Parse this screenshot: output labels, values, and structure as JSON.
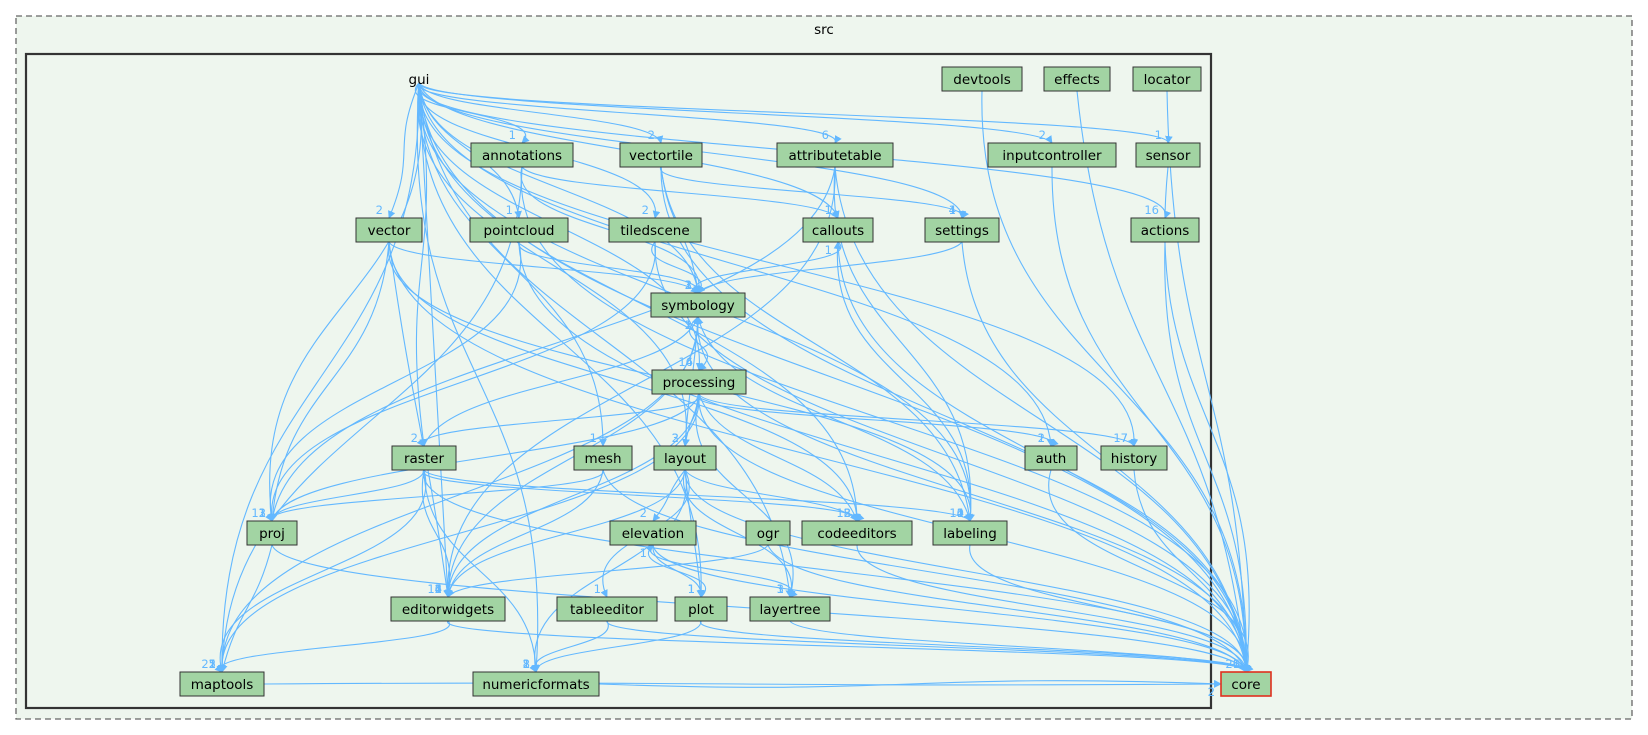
{
  "outer_cluster": {
    "title": "src"
  },
  "inner_cluster": {
    "title": "gui"
  },
  "colors": {
    "node_fill": "#a2d4a3",
    "node_stroke": "#333333",
    "highlight_stroke": "#e0301e",
    "edge": "#63b8ff",
    "outer_bg": "#eef6ee",
    "inner_bg": "#eef6ee"
  },
  "nodes": [
    {
      "id": "devtools",
      "label": "devtools"
    },
    {
      "id": "effects",
      "label": "effects"
    },
    {
      "id": "locator",
      "label": "locator"
    },
    {
      "id": "annotations",
      "label": "annotations"
    },
    {
      "id": "vectortile",
      "label": "vectortile"
    },
    {
      "id": "attributetable",
      "label": "attributetable"
    },
    {
      "id": "inputcontroller",
      "label": "inputcontroller"
    },
    {
      "id": "sensor",
      "label": "sensor"
    },
    {
      "id": "vector",
      "label": "vector"
    },
    {
      "id": "pointcloud",
      "label": "pointcloud"
    },
    {
      "id": "tiledscene",
      "label": "tiledscene"
    },
    {
      "id": "callouts",
      "label": "callouts"
    },
    {
      "id": "settings",
      "label": "settings"
    },
    {
      "id": "actions",
      "label": "actions"
    },
    {
      "id": "symbology",
      "label": "symbology"
    },
    {
      "id": "processing",
      "label": "processing"
    },
    {
      "id": "raster",
      "label": "raster"
    },
    {
      "id": "mesh",
      "label": "mesh"
    },
    {
      "id": "layout",
      "label": "layout"
    },
    {
      "id": "auth",
      "label": "auth"
    },
    {
      "id": "history",
      "label": "history"
    },
    {
      "id": "proj",
      "label": "proj"
    },
    {
      "id": "elevation",
      "label": "elevation"
    },
    {
      "id": "ogr",
      "label": "ogr"
    },
    {
      "id": "codeeditors",
      "label": "codeeditors"
    },
    {
      "id": "labeling",
      "label": "labeling"
    },
    {
      "id": "editorwidgets",
      "label": "editorwidgets"
    },
    {
      "id": "tableeditor",
      "label": "tableeditor"
    },
    {
      "id": "plot",
      "label": "plot"
    },
    {
      "id": "layertree",
      "label": "layertree"
    },
    {
      "id": "maptools",
      "label": "maptools"
    },
    {
      "id": "numericformats",
      "label": "numericformats"
    },
    {
      "id": "core",
      "label": "core"
    }
  ],
  "edges": [
    {
      "from": "gui",
      "to": "annotations",
      "label": "1"
    },
    {
      "from": "gui",
      "to": "vectortile",
      "label": "2"
    },
    {
      "from": "gui",
      "to": "attributetable",
      "label": "6"
    },
    {
      "from": "gui",
      "to": "inputcontroller",
      "label": "2"
    },
    {
      "from": "gui",
      "to": "sensor",
      "label": "1"
    },
    {
      "from": "gui",
      "to": "vector",
      "label": "2"
    },
    {
      "from": "gui",
      "to": "pointcloud",
      "label": "1"
    },
    {
      "from": "gui",
      "to": "tiledscene",
      "label": "2"
    },
    {
      "from": "gui",
      "to": "callouts",
      "label": "1"
    },
    {
      "from": "gui",
      "to": "settings",
      "label": "4"
    },
    {
      "from": "gui",
      "to": "actions",
      "label": "16"
    },
    {
      "from": "gui",
      "to": "symbology",
      "label": "3"
    },
    {
      "from": "gui",
      "to": "processing",
      "label": "16"
    },
    {
      "from": "gui",
      "to": "raster",
      "label": "2"
    },
    {
      "from": "gui",
      "to": "mesh",
      "label": "1"
    },
    {
      "from": "gui",
      "to": "layout",
      "label": "3"
    },
    {
      "from": "gui",
      "to": "auth",
      "label": "2"
    },
    {
      "from": "gui",
      "to": "history",
      "label": "17"
    },
    {
      "from": "gui",
      "to": "proj",
      "label": "12"
    },
    {
      "from": "gui",
      "to": "codeeditors",
      "label": "18"
    },
    {
      "from": "gui",
      "to": "labeling",
      "label": "10"
    },
    {
      "from": "gui",
      "to": "editorwidgets",
      "label": "11"
    },
    {
      "from": "gui",
      "to": "plot",
      "label": "1"
    },
    {
      "from": "gui",
      "to": "layertree",
      "label": "3"
    },
    {
      "from": "gui",
      "to": "maptools",
      "label": "25"
    },
    {
      "from": "gui",
      "to": "numericformats",
      "label": "8"
    },
    {
      "from": "gui",
      "to": "core",
      "label": "26"
    },
    {
      "from": "devtools",
      "to": "core",
      "label": ""
    },
    {
      "from": "effects",
      "to": "core",
      "label": ""
    },
    {
      "from": "locator",
      "to": "core",
      "label": ""
    },
    {
      "from": "annotations",
      "to": "symbology",
      "label": ""
    },
    {
      "from": "annotations",
      "to": "callouts",
      "label": "1"
    },
    {
      "from": "annotations",
      "to": "maptools",
      "label": ""
    },
    {
      "from": "annotations",
      "to": "core",
      "label": ""
    },
    {
      "from": "vectortile",
      "to": "symbology",
      "label": ""
    },
    {
      "from": "vectortile",
      "to": "settings",
      "label": "1"
    },
    {
      "from": "vectortile",
      "to": "labeling",
      "label": ""
    },
    {
      "from": "vectortile",
      "to": "core",
      "label": ""
    },
    {
      "from": "attributetable",
      "to": "proj",
      "label": ""
    },
    {
      "from": "attributetable",
      "to": "editorwidgets",
      "label": ""
    },
    {
      "from": "attributetable",
      "to": "labeling",
      "label": "1"
    },
    {
      "from": "attributetable",
      "to": "core",
      "label": ""
    },
    {
      "from": "inputcontroller",
      "to": "core",
      "label": ""
    },
    {
      "from": "sensor",
      "to": "core",
      "label": ""
    },
    {
      "from": "vector",
      "to": "symbology",
      "label": "2"
    },
    {
      "from": "vector",
      "to": "proj",
      "label": "1"
    },
    {
      "from": "vector",
      "to": "editorwidgets",
      "label": "6"
    },
    {
      "from": "vector",
      "to": "codeeditors",
      "label": "3"
    },
    {
      "from": "vector",
      "to": "labeling",
      "label": "4"
    },
    {
      "from": "vector",
      "to": "core",
      "label": ""
    },
    {
      "from": "pointcloud",
      "to": "symbology",
      "label": "1"
    },
    {
      "from": "pointcloud",
      "to": "proj",
      "label": "1"
    },
    {
      "from": "pointcloud",
      "to": "core",
      "label": ""
    },
    {
      "from": "tiledscene",
      "to": "symbology",
      "label": "2"
    },
    {
      "from": "tiledscene",
      "to": "proj",
      "label": "3"
    },
    {
      "from": "tiledscene",
      "to": "core",
      "label": ""
    },
    {
      "from": "callouts",
      "to": "symbology",
      "label": "1"
    },
    {
      "from": "callouts",
      "to": "core",
      "label": ""
    },
    {
      "from": "settings",
      "to": "symbology",
      "label": "1"
    },
    {
      "from": "settings",
      "to": "core",
      "label": ""
    },
    {
      "from": "actions",
      "to": "core",
      "label": ""
    },
    {
      "from": "symbology",
      "to": "processing",
      "label": "4"
    },
    {
      "from": "symbology",
      "to": "maptools",
      "label": "1"
    },
    {
      "from": "symbology",
      "to": "core",
      "label": ""
    },
    {
      "from": "processing",
      "to": "raster",
      "label": ""
    },
    {
      "from": "processing",
      "to": "layout",
      "label": "2"
    },
    {
      "from": "processing",
      "to": "auth",
      "label": "1"
    },
    {
      "from": "processing",
      "to": "history",
      "label": "7"
    },
    {
      "from": "processing",
      "to": "proj",
      "label": "1"
    },
    {
      "from": "processing",
      "to": "codeeditors",
      "label": "2"
    },
    {
      "from": "processing",
      "to": "editorwidgets",
      "label": "4"
    },
    {
      "from": "processing",
      "to": "layertree",
      "label": "1"
    },
    {
      "from": "processing",
      "to": "maptools",
      "label": "1"
    },
    {
      "from": "processing",
      "to": "core",
      "label": ""
    },
    {
      "from": "raster",
      "to": "symbology",
      "label": "1"
    },
    {
      "from": "raster",
      "to": "proj",
      "label": "1"
    },
    {
      "from": "raster",
      "to": "codeeditors",
      "label": "3"
    },
    {
      "from": "raster",
      "to": "labeling",
      "label": "1"
    },
    {
      "from": "raster",
      "to": "editorwidgets",
      "label": "1"
    },
    {
      "from": "raster",
      "to": "maptools",
      "label": "1"
    },
    {
      "from": "raster",
      "to": "numericformats",
      "label": ""
    },
    {
      "from": "raster",
      "to": "core",
      "label": ""
    },
    {
      "from": "mesh",
      "to": "proj",
      "label": ""
    },
    {
      "from": "mesh",
      "to": "editorwidgets",
      "label": "2"
    },
    {
      "from": "mesh",
      "to": "core",
      "label": ""
    },
    {
      "from": "layout",
      "to": "symbology",
      "label": ""
    },
    {
      "from": "layout",
      "to": "elevation",
      "label": "2"
    },
    {
      "from": "layout",
      "to": "codeeditors",
      "label": ""
    },
    {
      "from": "layout",
      "to": "editorwidgets",
      "label": "2"
    },
    {
      "from": "layout",
      "to": "tableeditor",
      "label": "1"
    },
    {
      "from": "layout",
      "to": "plot",
      "label": "1"
    },
    {
      "from": "layout",
      "to": "layertree",
      "label": "1"
    },
    {
      "from": "layout",
      "to": "numericformats",
      "label": "2"
    },
    {
      "from": "layout",
      "to": "core",
      "label": ""
    },
    {
      "from": "auth",
      "to": "core",
      "label": ""
    },
    {
      "from": "history",
      "to": "core",
      "label": ""
    },
    {
      "from": "proj",
      "to": "maptools",
      "label": "2"
    },
    {
      "from": "proj",
      "to": "core",
      "label": "1"
    },
    {
      "from": "elevation",
      "to": "plot",
      "label": "1"
    },
    {
      "from": "elevation",
      "to": "layertree",
      "label": "1"
    },
    {
      "from": "elevation",
      "to": "core",
      "label": ""
    },
    {
      "from": "ogr",
      "to": "editorwidgets",
      "label": ""
    },
    {
      "from": "ogr",
      "to": "core",
      "label": ""
    },
    {
      "from": "codeeditors",
      "to": "core",
      "label": ""
    },
    {
      "from": "labeling",
      "to": "symbology",
      "label": "2"
    },
    {
      "from": "labeling",
      "to": "callouts",
      "label": "1"
    },
    {
      "from": "labeling",
      "to": "core",
      "label": ""
    },
    {
      "from": "editorwidgets",
      "to": "maptools",
      "label": "2"
    },
    {
      "from": "editorwidgets",
      "to": "symbology",
      "label": ""
    },
    {
      "from": "editorwidgets",
      "to": "core",
      "label": ""
    },
    {
      "from": "tableeditor",
      "to": "numericformats",
      "label": "1"
    },
    {
      "from": "tableeditor",
      "to": "core",
      "label": ""
    },
    {
      "from": "plot",
      "to": "elevation",
      "label": "1"
    },
    {
      "from": "plot",
      "to": "numericformats",
      "label": "1"
    },
    {
      "from": "plot",
      "to": "core",
      "label": ""
    },
    {
      "from": "layertree",
      "to": "core",
      "label": ""
    },
    {
      "from": "maptools",
      "to": "core",
      "label": "2"
    },
    {
      "from": "numericformats",
      "to": "core",
      "label": "2"
    }
  ]
}
